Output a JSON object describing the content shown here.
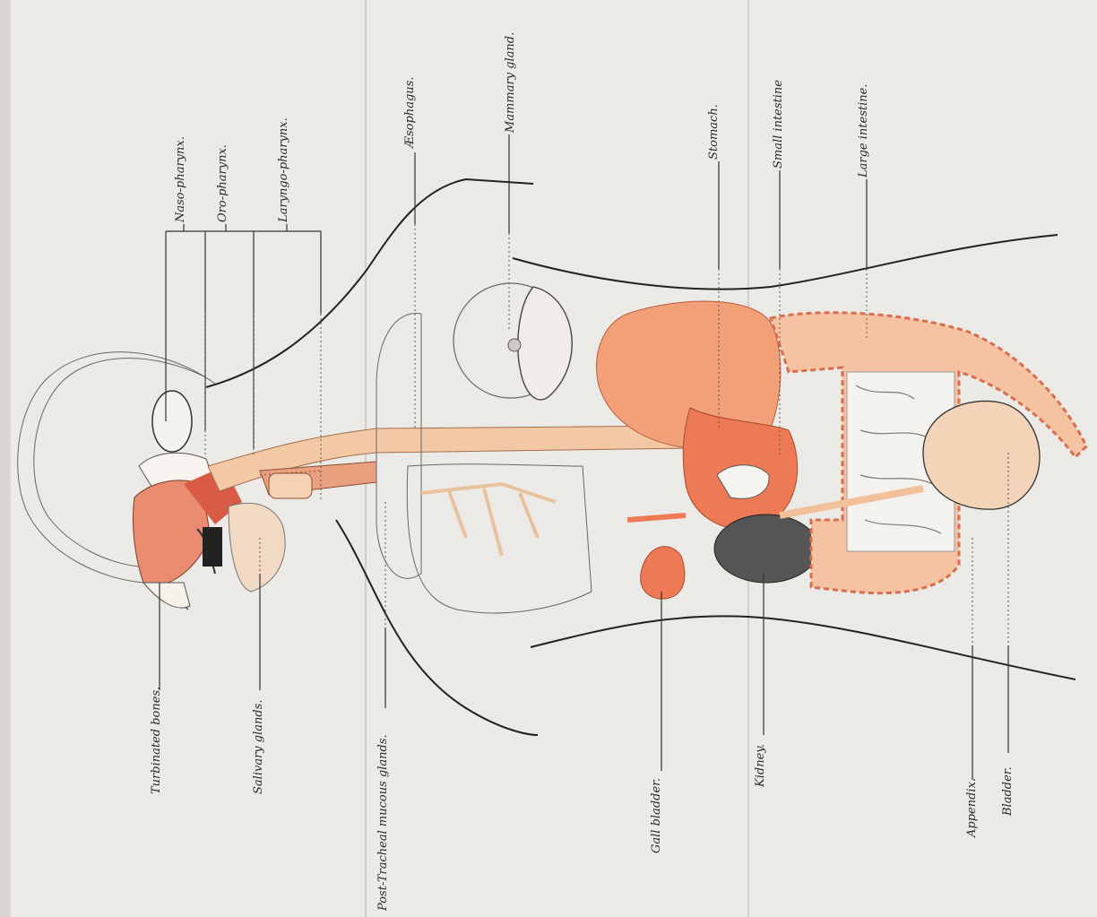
{
  "labels": {
    "naso_pharynx": "Naso-pharynx.",
    "oro_pharynx": "Oro-pharynx.",
    "laryngo_pharynx": "Laryngo-pharynx.",
    "esophagus": "Æsophagus.",
    "mammary_gland": "Mammary gland.",
    "stomach": "Stomach.",
    "small_intestine": "Small intestine",
    "large_intestine": "Large intestine.",
    "turbinated_bones": "Turbinated bones.",
    "salivary_glands": "Salivary glands.",
    "post_tracheal_glands": "Post-Tracheal mucous glands.",
    "gall_bladder": "Gall bladder.",
    "kidney": "Kidney.",
    "appendix": "Appendix.",
    "bladder": "Bladder."
  },
  "colors": {
    "paper": "#eceae6",
    "organ_pale": "#f3c9a5",
    "organ_salmon": "#f2a078",
    "organ_deep": "#ee7a55",
    "kidney": "#555555"
  }
}
